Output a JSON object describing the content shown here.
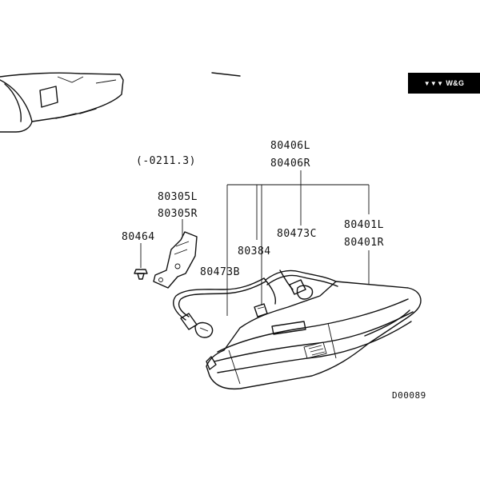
{
  "badge": {
    "mark": "▼▼▼",
    "text": "W&G"
  },
  "labels": {
    "date_range": "(-0211.3)",
    "lamp_left": "80406L",
    "lamp_right": "80406R",
    "bracket_left": "80305L",
    "bracket_right": "80305R",
    "screw": "80464",
    "socket_b": "80473B",
    "clip": "80384",
    "socket_c": "80473C",
    "lens_left": "80401L",
    "lens_right": "80401R",
    "diagram_code": "D00089"
  }
}
